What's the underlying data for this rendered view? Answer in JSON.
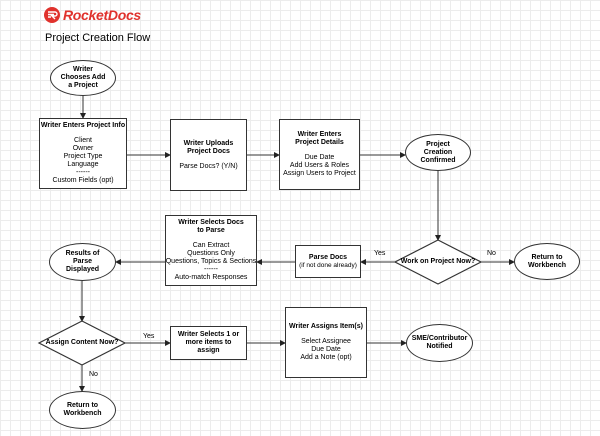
{
  "brand": {
    "name": "RocketDocs",
    "color": "#e0322d"
  },
  "title": "Project Creation Flow",
  "nodes": {
    "start": {
      "title": "Writer Chooses Add a Project"
    },
    "info": {
      "title": "Writer Enters Project Info",
      "lines": [
        "Client",
        "Owner",
        "Project Type",
        "Language",
        "------",
        "Custom Fields (opt)"
      ]
    },
    "upload": {
      "title": "Writer Uploads Project Docs",
      "lines": [
        "Parse Docs? (Y/N)"
      ]
    },
    "details": {
      "title": "Writer Enters Project Details",
      "lines": [
        "Due Date",
        "Add Users & Roles",
        "Assign Users to Project"
      ]
    },
    "confirmed": {
      "title": "Project Creation Confirmed"
    },
    "work_now": {
      "title": "Work on Project Now?"
    },
    "return1": {
      "title": "Return to Workbench"
    },
    "parse": {
      "title": "Parse Docs",
      "sub": "(if not done already)"
    },
    "select_docs": {
      "title": "Writer Selects Docs to Parse",
      "lines": [
        "Can Extract",
        "Questions Only",
        "Questions, Topics & Sections",
        "------",
        "Auto-match Responses"
      ]
    },
    "results": {
      "title": "Results of Parse Displayed"
    },
    "assign_now": {
      "title": "Assign Content Now?"
    },
    "select_items": {
      "title": "Writer Selects 1 or more items to assign"
    },
    "assigns": {
      "title": "Writer Assigns Item(s)",
      "lines": [
        "Select Assignee",
        "Due Date",
        "Add a Note (opt)"
      ]
    },
    "sme": {
      "title": "SME/Contributor Notified"
    },
    "return2": {
      "title": "Return to Workbench"
    }
  },
  "edge_labels": {
    "yes1": "Yes",
    "no1": "No",
    "yes2": "Yes",
    "no2": "No"
  }
}
